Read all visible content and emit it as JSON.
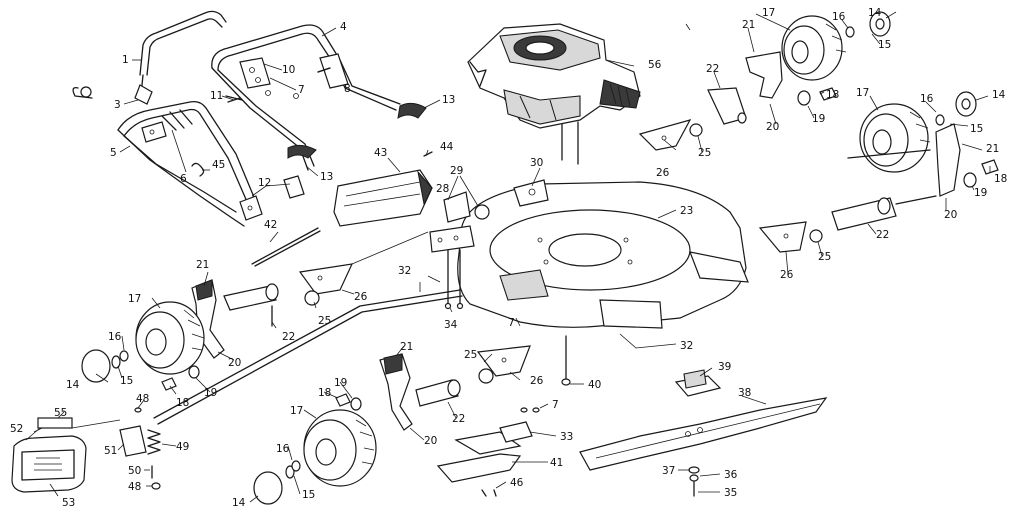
{
  "diagram": {
    "ink_color": "#1a1a1a",
    "background": "#ffffff",
    "callouts": [
      {
        "id": "c1",
        "label": "1"
      },
      {
        "id": "c3",
        "label": "3"
      },
      {
        "id": "c4",
        "label": "4"
      },
      {
        "id": "c5",
        "label": "5"
      },
      {
        "id": "c6",
        "label": "6"
      },
      {
        "id": "c7a",
        "label": "7"
      },
      {
        "id": "c8",
        "label": "8"
      },
      {
        "id": "c10",
        "label": "10"
      },
      {
        "id": "c11",
        "label": "11"
      },
      {
        "id": "c12",
        "label": "12"
      },
      {
        "id": "c13a",
        "label": "13"
      },
      {
        "id": "c13b",
        "label": "13"
      },
      {
        "id": "c14a",
        "label": "14"
      },
      {
        "id": "c15a",
        "label": "15"
      },
      {
        "id": "c16a",
        "label": "16"
      },
      {
        "id": "c17a",
        "label": "17"
      },
      {
        "id": "c20a",
        "label": "20"
      },
      {
        "id": "c21a",
        "label": "21"
      },
      {
        "id": "c22a",
        "label": "22"
      },
      {
        "id": "c18a",
        "label": "18"
      },
      {
        "id": "c19a",
        "label": "19"
      },
      {
        "id": "c17b",
        "label": "17"
      },
      {
        "id": "c16b",
        "label": "16"
      },
      {
        "id": "c14b",
        "label": "14"
      },
      {
        "id": "c15b",
        "label": "15"
      },
      {
        "id": "c21b",
        "label": "21"
      },
      {
        "id": "c18b",
        "label": "18"
      },
      {
        "id": "c19b",
        "label": "19"
      },
      {
        "id": "c20b",
        "label": "20"
      },
      {
        "id": "c22b",
        "label": "22"
      },
      {
        "id": "c23",
        "label": "23"
      },
      {
        "id": "c25a",
        "label": "25"
      },
      {
        "id": "c26a",
        "label": "26"
      },
      {
        "id": "c25b",
        "label": "25"
      },
      {
        "id": "c26b",
        "label": "26"
      },
      {
        "id": "c28",
        "label": "28"
      },
      {
        "id": "c29",
        "label": "29"
      },
      {
        "id": "c30",
        "label": "30"
      },
      {
        "id": "c32a",
        "label": "32"
      },
      {
        "id": "c34",
        "label": "34"
      },
      {
        "id": "c43",
        "label": "43"
      },
      {
        "id": "c44",
        "label": "44"
      },
      {
        "id": "c45",
        "label": "45"
      },
      {
        "id": "c42",
        "label": "42"
      },
      {
        "id": "c56",
        "label": "56"
      },
      {
        "id": "c21c",
        "label": "21"
      },
      {
        "id": "c17c",
        "label": "17"
      },
      {
        "id": "c16c",
        "label": "16"
      },
      {
        "id": "c14c",
        "label": "14"
      },
      {
        "id": "c15c",
        "label": "15"
      },
      {
        "id": "c18c",
        "label": "18"
      },
      {
        "id": "c19c",
        "label": "19"
      },
      {
        "id": "c20c",
        "label": "20"
      },
      {
        "id": "c22c",
        "label": "22"
      },
      {
        "id": "c25c",
        "label": "25"
      },
      {
        "id": "c26c",
        "label": "26"
      },
      {
        "id": "c7b",
        "label": "7"
      },
      {
        "id": "c32b",
        "label": "32"
      },
      {
        "id": "c26d",
        "label": "26"
      },
      {
        "id": "c25d",
        "label": "25"
      },
      {
        "id": "c40",
        "label": "40"
      },
      {
        "id": "c39",
        "label": "39"
      },
      {
        "id": "c38",
        "label": "38"
      },
      {
        "id": "c7c",
        "label": "7"
      },
      {
        "id": "c33",
        "label": "33"
      },
      {
        "id": "c41",
        "label": "41"
      },
      {
        "id": "c46",
        "label": "46"
      },
      {
        "id": "c37",
        "label": "37"
      },
      {
        "id": "c36",
        "label": "36"
      },
      {
        "id": "c35",
        "label": "35"
      },
      {
        "id": "c55",
        "label": "55"
      },
      {
        "id": "c52",
        "label": "52"
      },
      {
        "id": "c53",
        "label": "53"
      },
      {
        "id": "c51",
        "label": "51"
      },
      {
        "id": "c48a",
        "label": "48"
      },
      {
        "id": "c49",
        "label": "49"
      },
      {
        "id": "c50",
        "label": "50"
      },
      {
        "id": "c48b",
        "label": "48"
      },
      {
        "id": "c17d",
        "label": "17"
      },
      {
        "id": "c16d",
        "label": "16"
      },
      {
        "id": "c14d",
        "label": "14"
      },
      {
        "id": "c15d",
        "label": "15"
      },
      {
        "id": "c18d",
        "label": "18"
      },
      {
        "id": "c19d",
        "label": "19"
      },
      {
        "id": "c21d",
        "label": "21"
      },
      {
        "id": "c20d",
        "label": "20"
      },
      {
        "id": "c22d",
        "label": "22"
      }
    ]
  }
}
